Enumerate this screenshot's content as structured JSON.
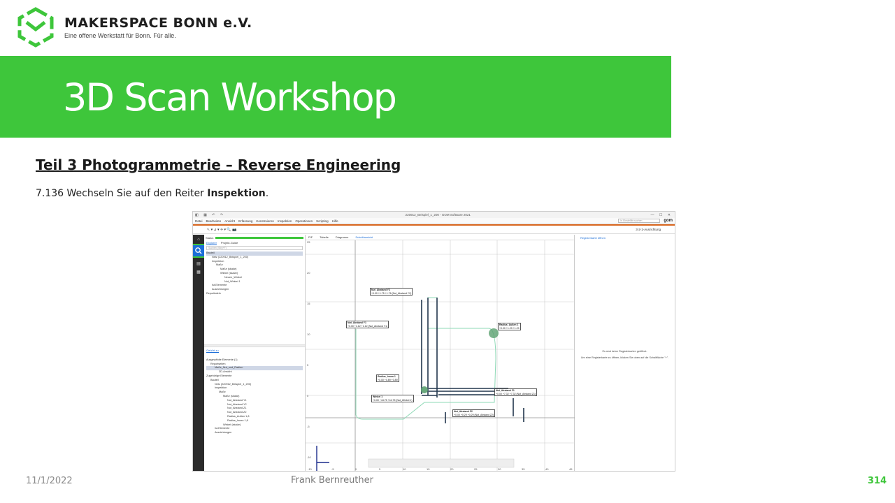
{
  "logo": {
    "title": "MAKERSPACE BONN e.V.",
    "subtitle": "Eine offene Werkstatt für Bonn. Für alle.",
    "color": "#3ec63b"
  },
  "banner": {
    "title": "3D Scan Workshop",
    "color": "#3ec63b"
  },
  "section_title": "Teil 3  Photogrammetrie  – Reverse Engineering",
  "instruction": {
    "prefix": "7.136 Wechseln Sie auf den Reiter ",
    "bold": "Inspektion",
    "suffix": "."
  },
  "screenshot": {
    "window_title": "220912_Beispiel_1_200 - GOM Software 2021",
    "menu": [
      "Datei",
      "Bearbeiten",
      "Ansicht",
      "Erfassung",
      "Konstruieren",
      "Inspektion",
      "Operationen",
      "Scripting",
      "Hilfe"
    ],
    "search_placeholder": "In Einstellife suchen",
    "brand": "gom",
    "alignment": "3-2-1-Ausrichtung",
    "status_label": "Status",
    "explorer_tabs": [
      "Explorer",
      "Projekt-Guide"
    ],
    "explorer_search": "Suchen (Strg+F)",
    "tree_top": [
      "Bauteil",
      "Netz (220912_Beispiel_1_200)",
      "Inspektion",
      "Maße",
      "Maße (skalar)",
      "Winkel (skalar)",
      "Neuen_Winkel",
      "Nut_Winkel 1",
      "Ist-Elemente",
      "Ausrichtungen",
      "Reporttafeln"
    ],
    "gehoert_zu": "Gehört zu",
    "tree_bottom": [
      "Ausgewählte Elemente (1)",
      "Reportseiten",
      "Maße_Nut_und_Radien",
      "3D-Ansicht",
      "Zugehörige Elemente",
      "Bauteil",
      "Netz (220912_Beispiel_1_200)",
      "Inspektion",
      "Maße",
      "Maße (skalar)",
      "Nut_Abstand Y1",
      "Nut_Abstand Y2",
      "Nut_Abstand Z1",
      "Nut_Abstand Z2",
      "Radius_Außen 1,8",
      "Radius_Innen 1,8",
      "Winkel (skalar)",
      "Ist-Elemente",
      "Ausrichtungen"
    ],
    "center_tabs": [
      "P/F",
      "Tabelle",
      "Diagramm",
      "Schnittansicht"
    ],
    "right_head": "Registerkarte öffnen",
    "right_msg_1": "Es sind keine Registerkarten geöffnet.",
    "right_msg_2": "Um eine Registerkarte zu öffnen, klicken Sie oben auf die Schaltfläche \"+\".",
    "y_ticks": [
      "25",
      "20",
      "15",
      "10",
      "5",
      "0",
      "-5",
      "-10"
    ],
    "x_ticks": [
      "-10",
      "-5",
      "0",
      "5",
      "10",
      "15",
      "20",
      "25",
      "30",
      "35",
      "40",
      "45"
    ],
    "labels": [
      {
        "name": "Nut_Abstand Y2",
        "row": "+0.00  +1.75  +1.76  (Nut_Abstand Y2)"
      },
      {
        "name": "Nut_Abstand Y1",
        "row": "+0.00  +1.12  +1.12  (Nut_Abstand Y1)"
      },
      {
        "name": "Radius_Außen 1",
        "row": "+0.00  +1.29  +1.29"
      },
      {
        "name": "Radius_Innen 1",
        "row": "+0.00  +0.89  +0.89"
      },
      {
        "name": "Winkel 1",
        "row": "+0.00  +44.75  +44.75  (Nut_Winkel 1)"
      },
      {
        "name": "Nut_Abstand Z1",
        "row": "+0.00  +7.32  +7.32  (Nut_Abstand Z1)"
      },
      {
        "name": "Nut_Abstand Z2",
        "row": "+0.00  +0.29  +0.29  (Nut_Abstand Z2)"
      }
    ]
  },
  "footer": {
    "date": "11/1/2022",
    "author": "Frank Bernreuther",
    "page": "314"
  }
}
